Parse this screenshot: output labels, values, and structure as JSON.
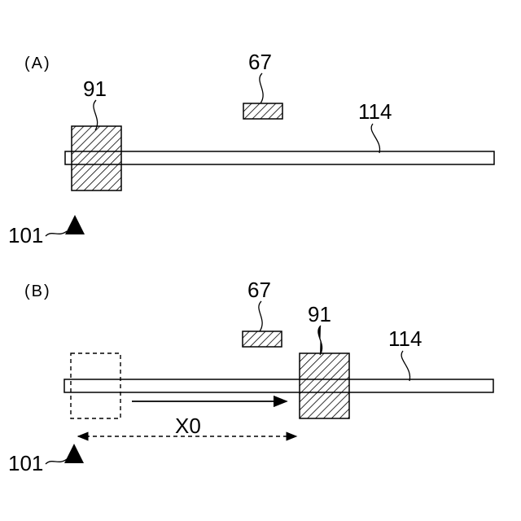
{
  "panels": [
    {
      "label": "(A)",
      "sensor_label": "67",
      "carriage_label": "91",
      "shaft_label": "114",
      "position_label": "101"
    },
    {
      "label": "(B)",
      "sensor_label": "67",
      "carriage_label": "91",
      "shaft_label": "114",
      "position_label": "101",
      "displacement_label": "X0"
    }
  ],
  "colors": {
    "stroke": "#000000",
    "background": "#ffffff"
  }
}
